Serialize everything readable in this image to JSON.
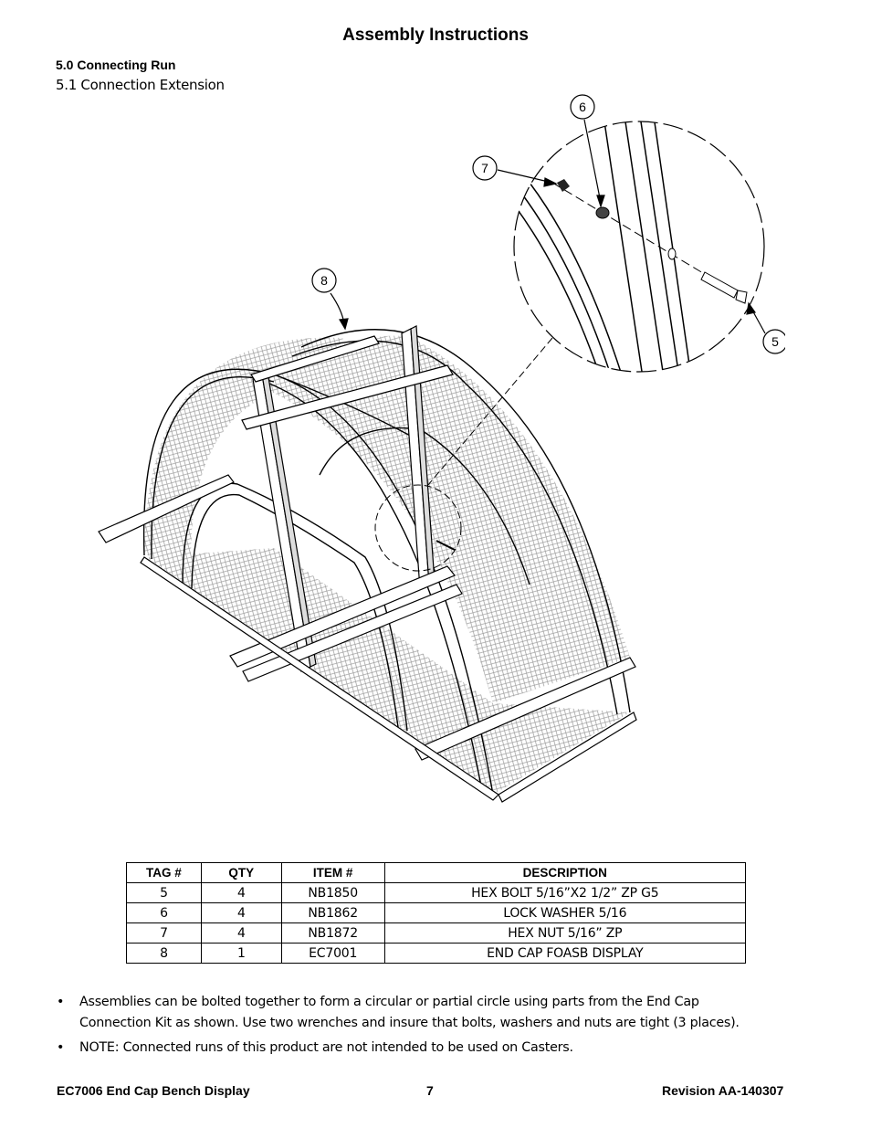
{
  "header": {
    "title": "Assembly Instructions",
    "section": "5.0 Connecting Run",
    "subsection": "5.1 Connection Extension"
  },
  "figure": {
    "callouts": [
      "5",
      "6",
      "7",
      "8"
    ]
  },
  "parts_table": {
    "headers": [
      "TAG #",
      "QTY",
      "ITEM #",
      "DESCRIPTION"
    ],
    "rows": [
      [
        "5",
        "4",
        "NB1850",
        "HEX BOLT 5/16”X2 1/2” ZP G5"
      ],
      [
        "6",
        "4",
        "NB1862",
        "LOCK WASHER 5/16"
      ],
      [
        "7",
        "4",
        "NB1872",
        "HEX NUT 5/16” ZP"
      ],
      [
        "8",
        "1",
        "EC7001",
        "END CAP FOASB DISPLAY"
      ]
    ]
  },
  "notes": [
    "Assemblies can be bolted together to form a circular or partial circle using parts from the End Cap Connection Kit as shown. Use two wrenches and insure that bolts, washers and nuts are tight (3 places).",
    "NOTE: Connected runs of this product are not intended to be used on Casters."
  ],
  "bullet_glyph": "•",
  "footer": {
    "left": "EC7006  End Cap Bench Display",
    "center": "7",
    "right": "Revision AA-140307"
  }
}
